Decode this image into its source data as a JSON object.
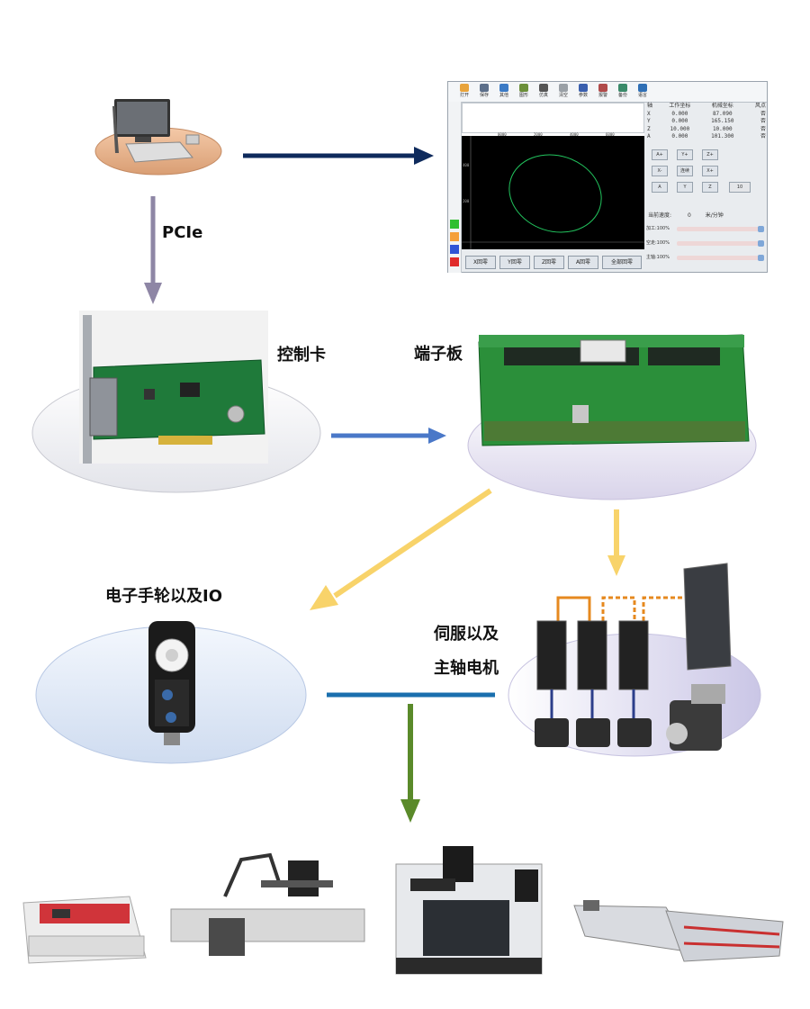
{
  "labels": {
    "pcie": "PCIe",
    "control_card": "控制卡",
    "terminal_board": "端子板",
    "handwheel_io": "电子手轮以及IO",
    "servo_line1": "伺服以及",
    "servo_line2": "主轴电机"
  },
  "software": {
    "toolbar": [
      "打开",
      "保存",
      "其他",
      "图形",
      "仿真",
      "清空",
      "参数",
      "报警",
      "备份",
      "语言"
    ],
    "coord_header": [
      "轴",
      "工作坐标",
      "机械坐标",
      "风点"
    ],
    "coord_rows": [
      [
        "X",
        "0.000",
        "87.090",
        "否"
      ],
      [
        "Y",
        "0.000",
        "165.150",
        "否"
      ],
      [
        "Z",
        "10.000",
        "10.000",
        "否"
      ],
      [
        "A",
        "0.000",
        "101.300",
        "否"
      ]
    ],
    "jog_buttons": [
      "A+",
      "Y+",
      "Z+",
      "X-",
      "连续",
      "X+",
      "A",
      "Y",
      "Z",
      "10"
    ],
    "speed_label": "当前速度:",
    "speed_value": "0",
    "speed_unit": "米/分钟",
    "overrides": [
      "加工:100%",
      "空走:100%",
      "主轴:100%"
    ],
    "home_buttons": [
      "X回零",
      "Y回零",
      "Z回零",
      "A回零",
      "全部回零"
    ],
    "ruler_ticks": [
      "0000",
      "2000",
      "4000",
      "6000"
    ],
    "side_ticks": [
      "400",
      "200"
    ],
    "colors": {
      "canvas": "#000000",
      "toolpath": "#22c55e",
      "side_green": "#2fbf2f",
      "side_orange": "#f59f3a",
      "side_blue": "#2f54d6",
      "side_red": "#e02b2b"
    }
  },
  "arrow_colors": {
    "navy": "#0e2a5c",
    "purple": "#8e86a5",
    "blue": "#4a78c8",
    "yellow": "#f8d36a",
    "teal": "#1a6fae",
    "green": "#5a8a2a",
    "servo_link": "#e6891f"
  },
  "machines": [
    "laser-cutter",
    "gantry-router",
    "vertical-machining-center",
    "glass-cutting-line"
  ]
}
